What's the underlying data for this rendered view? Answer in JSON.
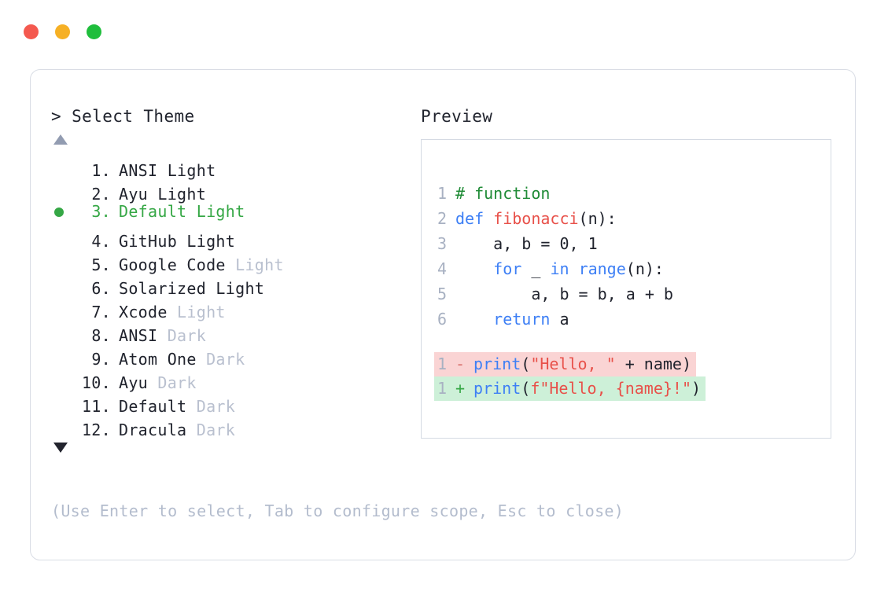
{
  "window": {
    "controls": [
      {
        "name": "close",
        "color": "#f4594f"
      },
      {
        "name": "minimize",
        "color": "#f6b024"
      },
      {
        "name": "maximize",
        "color": "#1fbe3c"
      }
    ]
  },
  "prompt": {
    "title": "> Select Theme",
    "scroll_up_indicator": "▲",
    "scroll_down_indicator": "▼",
    "selected_index": 3,
    "selected_bullet": "●",
    "accent_color": "#35a745",
    "muted_color": "#b9c0cf"
  },
  "themes": [
    {
      "index": "1.",
      "name": "ANSI",
      "variant": " Light",
      "variant_muted": false,
      "selected": false
    },
    {
      "index": "2.",
      "name": "Ayu",
      "variant": " Light",
      "variant_muted": false,
      "selected": false
    },
    {
      "index": "3.",
      "name": "Default",
      "variant": " Light",
      "variant_muted": false,
      "selected": true
    },
    {
      "index": "4.",
      "name": "GitHub",
      "variant": " Light",
      "variant_muted": false,
      "selected": false
    },
    {
      "index": "5.",
      "name": "Google Code",
      "variant": " Light",
      "variant_muted": true,
      "selected": false
    },
    {
      "index": "6.",
      "name": "Solarized",
      "variant": " Light",
      "variant_muted": false,
      "selected": false
    },
    {
      "index": "7.",
      "name": "Xcode",
      "variant": " Light",
      "variant_muted": true,
      "selected": false
    },
    {
      "index": "8.",
      "name": "ANSI",
      "variant": " Dark",
      "variant_muted": true,
      "selected": false
    },
    {
      "index": "9.",
      "name": "Atom One",
      "variant": " Dark",
      "variant_muted": true,
      "selected": false
    },
    {
      "index": "10.",
      "name": "Ayu",
      "variant": " Dark",
      "variant_muted": true,
      "selected": false
    },
    {
      "index": "11.",
      "name": "Default",
      "variant": " Dark",
      "variant_muted": true,
      "selected": false
    },
    {
      "index": "12.",
      "name": "Dracula",
      "variant": " Dark",
      "variant_muted": true,
      "selected": false
    }
  ],
  "preview": {
    "title": "Preview",
    "code_lines": [
      {
        "number": "1",
        "tokens": [
          {
            "text": "# function",
            "type": "comment"
          }
        ]
      },
      {
        "number": "2",
        "tokens": [
          {
            "text": "def ",
            "type": "keyword"
          },
          {
            "text": "fibonacci",
            "type": "func"
          },
          {
            "text": "(n):",
            "type": "plain"
          }
        ]
      },
      {
        "number": "3",
        "tokens": [
          {
            "text": "    a, b = ",
            "type": "plain"
          },
          {
            "text": "0",
            "type": "number"
          },
          {
            "text": ", ",
            "type": "plain"
          },
          {
            "text": "1",
            "type": "number"
          }
        ]
      },
      {
        "number": "4",
        "tokens": [
          {
            "text": "    ",
            "type": "plain"
          },
          {
            "text": "for ",
            "type": "keyword"
          },
          {
            "text": "_ ",
            "type": "plain"
          },
          {
            "text": "in ",
            "type": "keyword"
          },
          {
            "text": "range",
            "type": "builtin"
          },
          {
            "text": "(n):",
            "type": "plain"
          }
        ]
      },
      {
        "number": "5",
        "tokens": [
          {
            "text": "        a, b = b, a + b",
            "type": "plain"
          }
        ]
      },
      {
        "number": "6",
        "tokens": [
          {
            "text": "    ",
            "type": "plain"
          },
          {
            "text": "return ",
            "type": "keyword"
          },
          {
            "text": "a",
            "type": "plain"
          }
        ]
      }
    ],
    "diff_lines": [
      {
        "number": "1",
        "sign": "-",
        "kind": "removed",
        "tokens": [
          {
            "text": "print",
            "type": "builtin"
          },
          {
            "text": "(",
            "type": "plain"
          },
          {
            "text": "\"Hello, \"",
            "type": "string"
          },
          {
            "text": " + name)",
            "type": "plain"
          }
        ]
      },
      {
        "number": "1",
        "sign": "+",
        "kind": "added",
        "tokens": [
          {
            "text": "print",
            "type": "builtin"
          },
          {
            "text": "(",
            "type": "plain"
          },
          {
            "text": "f\"Hello, {name}!\"",
            "type": "string"
          },
          {
            "text": ")",
            "type": "plain"
          }
        ]
      }
    ]
  },
  "footer": {
    "hint": "(Use Enter to select, Tab to configure scope, Esc to close)"
  }
}
